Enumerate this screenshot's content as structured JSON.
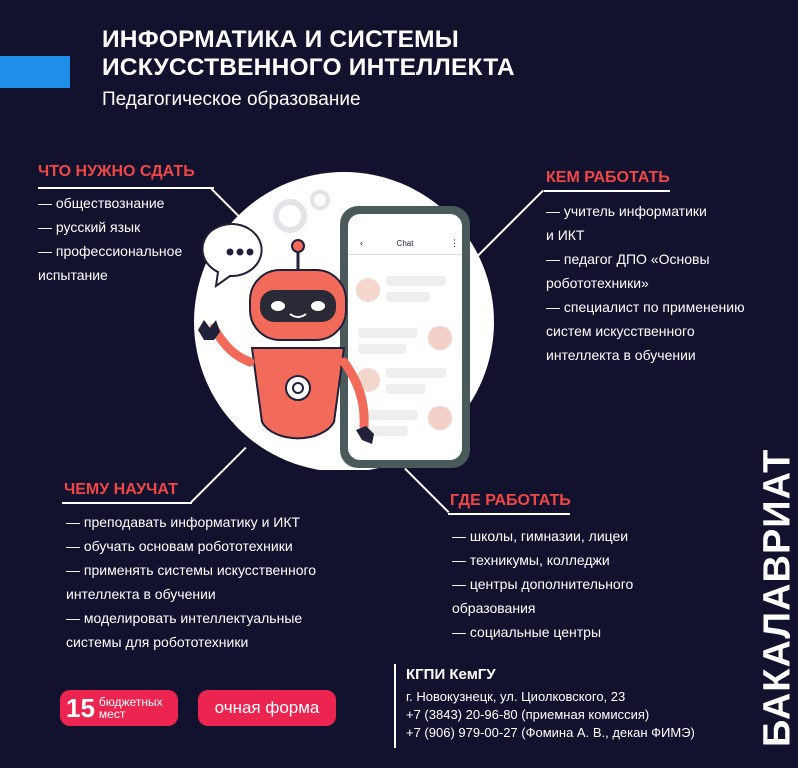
{
  "header": {
    "title_line1": "ИНФОРМАТИКА И СИСТЕМЫ",
    "title_line2": "ИСКУССТВЕННОГО ИНТЕЛЛЕКТА",
    "subtitle": "Педагогическое образование"
  },
  "exams": {
    "heading": "ЧТО НУЖНО СДАТЬ",
    "items": [
      "— обществознание",
      "— русский язык",
      "— профессиональное",
      "испытание"
    ]
  },
  "careers": {
    "heading": "КЕМ РАБОТАТЬ",
    "items": [
      "— учитель информатики",
      "и ИКТ",
      "— педагог ДПО «Основы",
      "робототехники»",
      "— специалист по применению",
      "систем искусственного",
      "интеллекта в обучении"
    ]
  },
  "skills": {
    "heading": "ЧЕМУ НАУЧАТ",
    "items": [
      "— преподавать информатику и ИКТ",
      "— обучать основам робототехники",
      "— применять системы искусственного",
      "интеллекта в обучении",
      "— моделировать интеллектуальные",
      "системы для робототехники"
    ]
  },
  "workplaces": {
    "heading": "ГДЕ РАБОТАТЬ",
    "items": [
      "— школы, гимназии, лицеи",
      "— техникумы, колледжи",
      "— центры дополнительного",
      "образования",
      "— социальные центры"
    ]
  },
  "phone": {
    "chat_label": "Chat"
  },
  "badges": {
    "budget_number": "15",
    "budget_line1": "бюджетных",
    "budget_line2": "мест",
    "form": "очная форма"
  },
  "contacts": {
    "org": "КГПИ КемГУ",
    "address": "г. Новокузнецк, ул. Циолковского, 23",
    "phone1": "+7 (3843) 20-96-80 (приемная комиссия)",
    "phone2": "+7 (906) 979-00-27 (Фомина А. В., декан ФИМЭ)"
  },
  "side_label": "БАКАЛАВРИАТ",
  "colors": {
    "background": "#12122e",
    "accent_red": "#f04646",
    "pill": "#ec2550",
    "accent_blue": "#1f8ee8",
    "robot": "#f26a5a"
  }
}
